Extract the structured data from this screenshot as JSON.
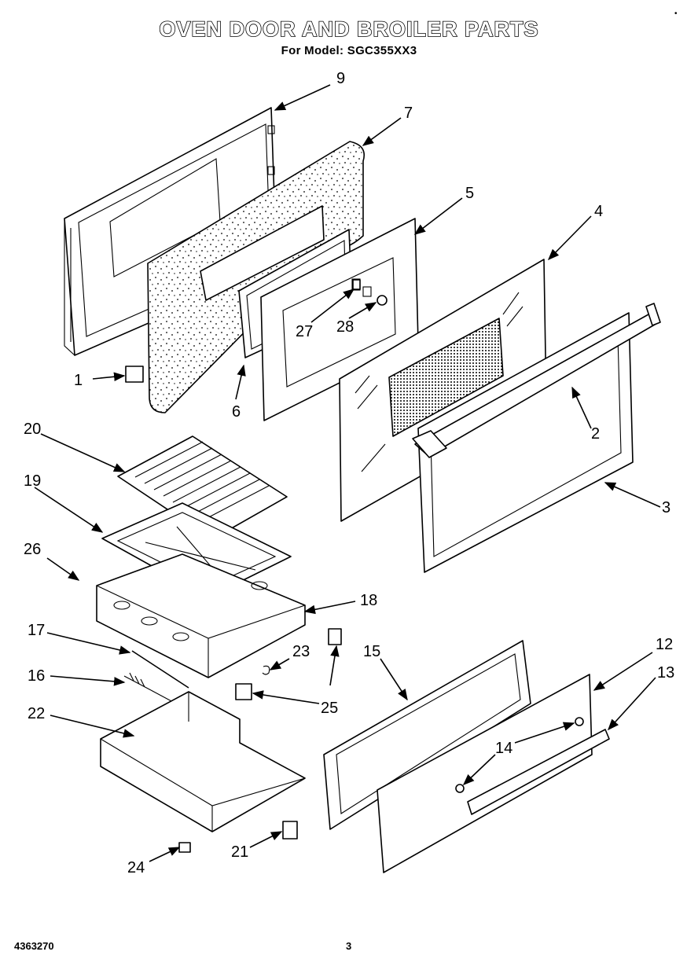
{
  "header": {
    "title": "OVEN DOOR AND BROILER PARTS",
    "subtitle": "For Model: SGC355XX3",
    "corner_mark": "•"
  },
  "footer": {
    "part_number": "4363270",
    "page": "3"
  },
  "callouts": {
    "c1": "1",
    "c2": "2",
    "c3": "3",
    "c4": "4",
    "c5": "5",
    "c6": "6",
    "c7": "7",
    "c9": "9",
    "c12": "12",
    "c13": "13",
    "c14": "14",
    "c15": "15",
    "c16": "16",
    "c17": "17",
    "c18": "18",
    "c19": "19",
    "c20": "20",
    "c21": "21",
    "c22": "22",
    "c23": "23",
    "c24": "24",
    "c25": "25",
    "c26": "26",
    "c27": "27",
    "c28": "28"
  }
}
